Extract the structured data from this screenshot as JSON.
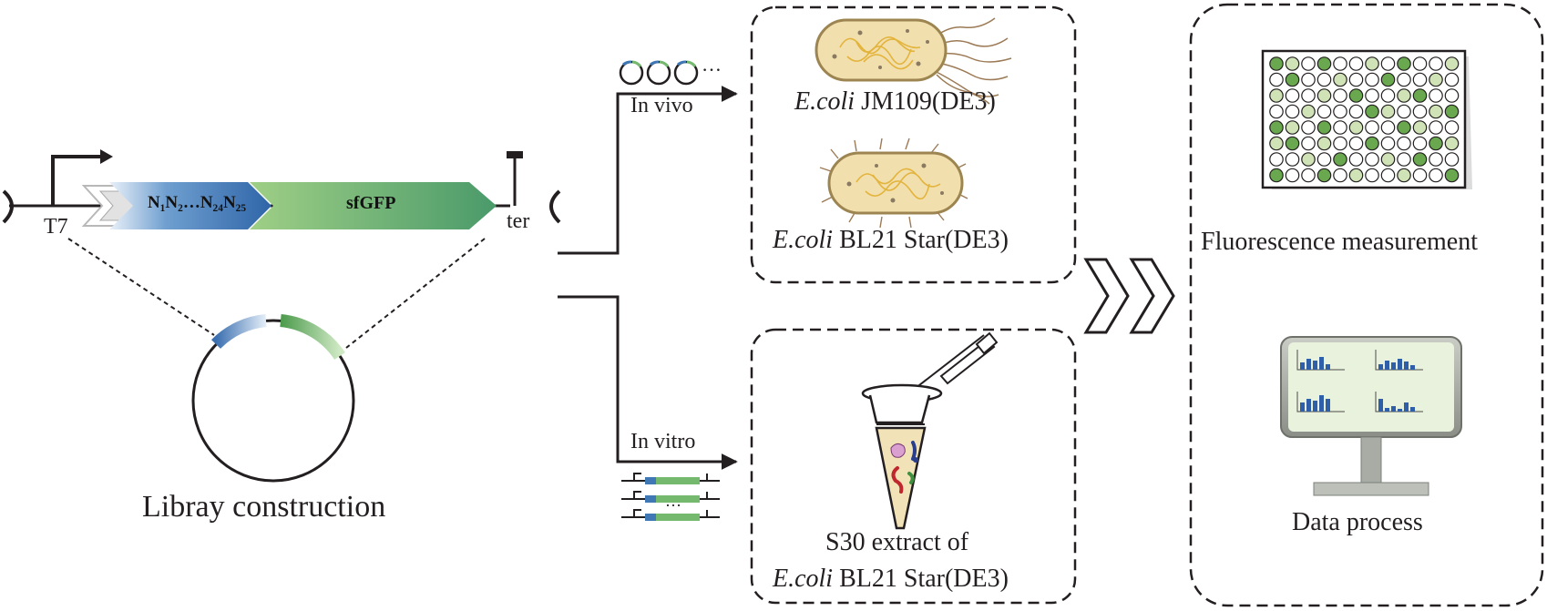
{
  "construct": {
    "promoter_label": "T7",
    "terminator_label": "ter",
    "random_region_label": "N₁N₂…N₂₄N₂₅",
    "reporter_label": "sfGFP"
  },
  "library": {
    "caption": "Libray construction"
  },
  "branches": {
    "in_vivo_label": "In  vivo",
    "in_vitro_label": "In  vitro"
  },
  "in_vivo": {
    "host1": {
      "species": "E.coli",
      "strain": " JM109(DE3)"
    },
    "host2": {
      "species": "E.coli",
      "strain": " BL21 Star(DE3)"
    }
  },
  "in_vitro": {
    "line1": "S30 extract of",
    "species": "E.coli",
    "strain": " BL21 Star(DE3)"
  },
  "readout": {
    "fluorescence_label": "Fluorescence measurement",
    "data_label": "Data process"
  },
  "plasmid_dots": "…",
  "linear_dots": "…",
  "colors": {
    "line": "#231f20",
    "random_region": "#3f78b5",
    "sfgfp": "#74b96e",
    "cell_fill": "#f2dfae",
    "cell_edge": "#9c8550",
    "well_green": "#6aa84f",
    "well_light": "#cfe3b6",
    "monitor_screen": "#e9f2dc",
    "bar_blue": "#2f5fa8",
    "tube_liquid": "#f1e2b8"
  },
  "icons": [
    "arrow-icon",
    "chevron-icon",
    "bacterium-icon",
    "well-plate-icon",
    "monitor-icon",
    "tube-icon",
    "pipette-icon",
    "plasmid-icon",
    "linear-dna-icon"
  ]
}
